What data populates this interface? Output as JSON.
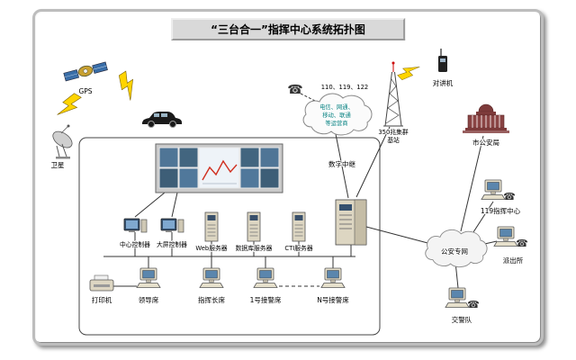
{
  "title": "“三台合一”指挥中心系统拓扑图",
  "colors": {
    "bolt": "#ffd400",
    "telecom_text": "#007d7d"
  },
  "icons": {
    "phone": "☎"
  },
  "nodes": {
    "gps": {
      "label": "GPS"
    },
    "satellite_dish": {
      "label": "卫星"
    },
    "alarm_lines": {
      "label": "110、119、122"
    },
    "telecom_cloud": {
      "lines": [
        "电信、网通、",
        "移动、联通",
        "等运营商"
      ]
    },
    "digital_trunk": {
      "label": "数字中继"
    },
    "trunk_tower": {
      "label_top": "350兆集群",
      "label_bottom": "基站"
    },
    "walkie_talkie": {
      "label": "对讲机"
    },
    "city_bureau": {
      "label": "市公安局"
    },
    "center_119": {
      "label": "119指挥中心"
    },
    "police_cloud": {
      "label": "公安专网"
    },
    "police_station": {
      "label": "派出所"
    },
    "traffic_police": {
      "label": "交警队"
    },
    "center_controller": {
      "label": "中心控制器"
    },
    "screen_controller": {
      "label": "大屏控制器"
    },
    "web_server": {
      "label": "Web服务器"
    },
    "db_server": {
      "label": "数据库服务器"
    },
    "cti_server": {
      "label": "CTI服务器"
    },
    "printer": {
      "label": "打印机"
    },
    "leader_seat": {
      "label": "领导席"
    },
    "commander_seat": {
      "label": "指挥长席"
    },
    "seat_1": {
      "label": "1号接警席"
    },
    "seat_n": {
      "label": "N号接警席"
    }
  }
}
